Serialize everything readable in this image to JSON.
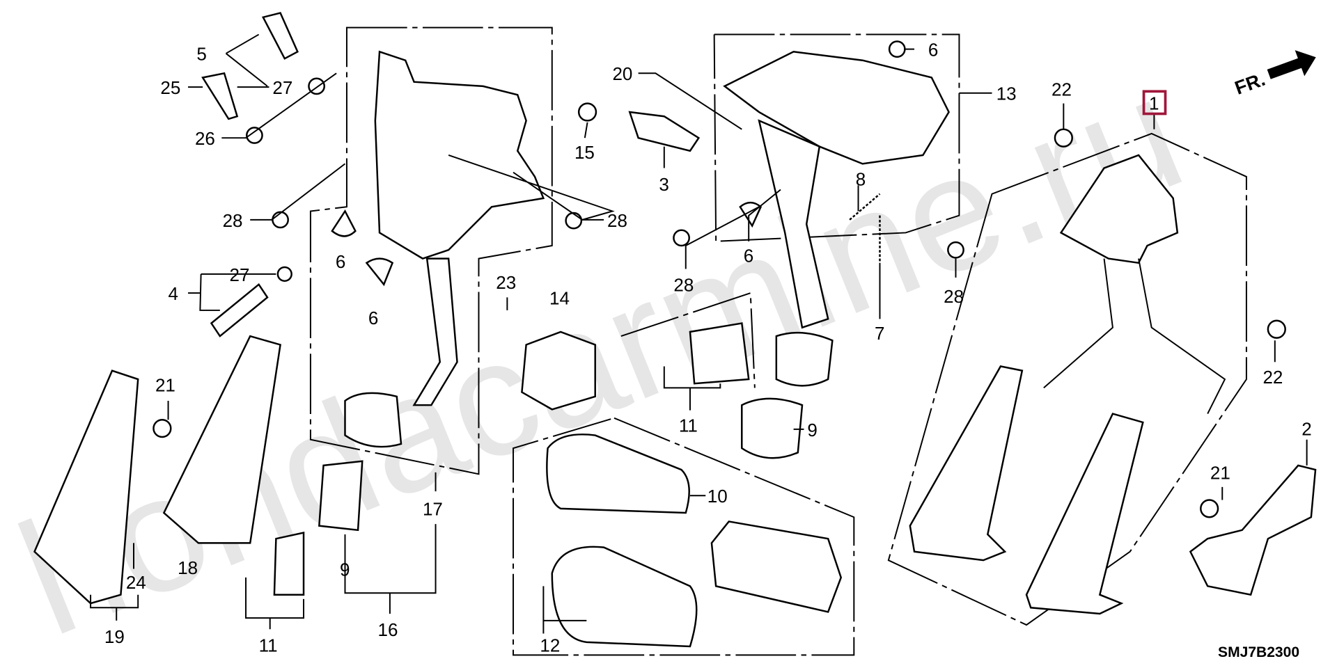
{
  "watermark": "hondacarmine.ru",
  "diagram_code": "SMJ7B2300",
  "direction_label": "FR.",
  "highlight_color": "#a0163a",
  "highlighted_part": "1",
  "callouts": [
    "5",
    "25",
    "27",
    "26",
    "28",
    "6",
    "6",
    "27",
    "4",
    "21",
    "18",
    "24",
    "19",
    "9",
    "11",
    "16",
    "17",
    "28",
    "20",
    "15",
    "3",
    "23",
    "14",
    "6",
    "13",
    "8",
    "6",
    "28",
    "7",
    "28",
    "11",
    "9",
    "10",
    "12",
    "22",
    "1",
    "22",
    "2",
    "21"
  ]
}
